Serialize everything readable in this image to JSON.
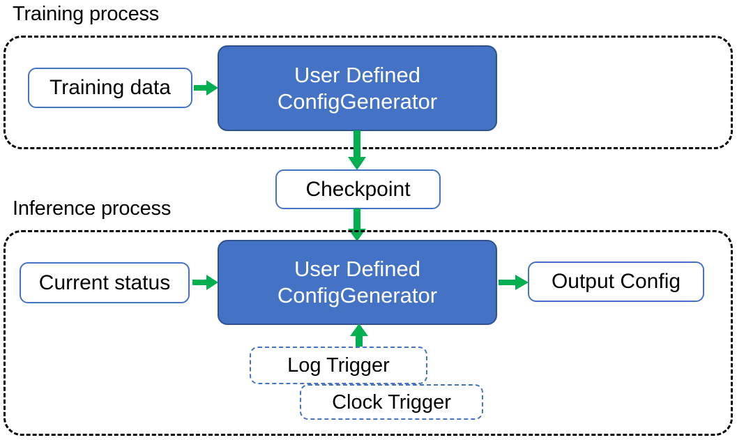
{
  "diagram": {
    "title_top": "Training process",
    "title_bottom": "Inference process",
    "colors": {
      "node_blue_fill": "#4472C4",
      "node_blue_border": "#2F528F",
      "node_white_border": "#4472C4",
      "arrow_green": "#00B050",
      "group_border": "#000000",
      "text_dark": "#000000",
      "text_light": "#FFFFFF"
    },
    "training": {
      "input_node": "Training data",
      "process_node": "User Defined\nConfigGenerator"
    },
    "checkpoint": {
      "label": "Checkpoint"
    },
    "inference": {
      "input_node": "Current status",
      "process_node": "User Defined\nConfigGenerator",
      "output_node": "Output Config",
      "triggers": [
        "Log Trigger",
        "Clock Trigger"
      ]
    }
  }
}
